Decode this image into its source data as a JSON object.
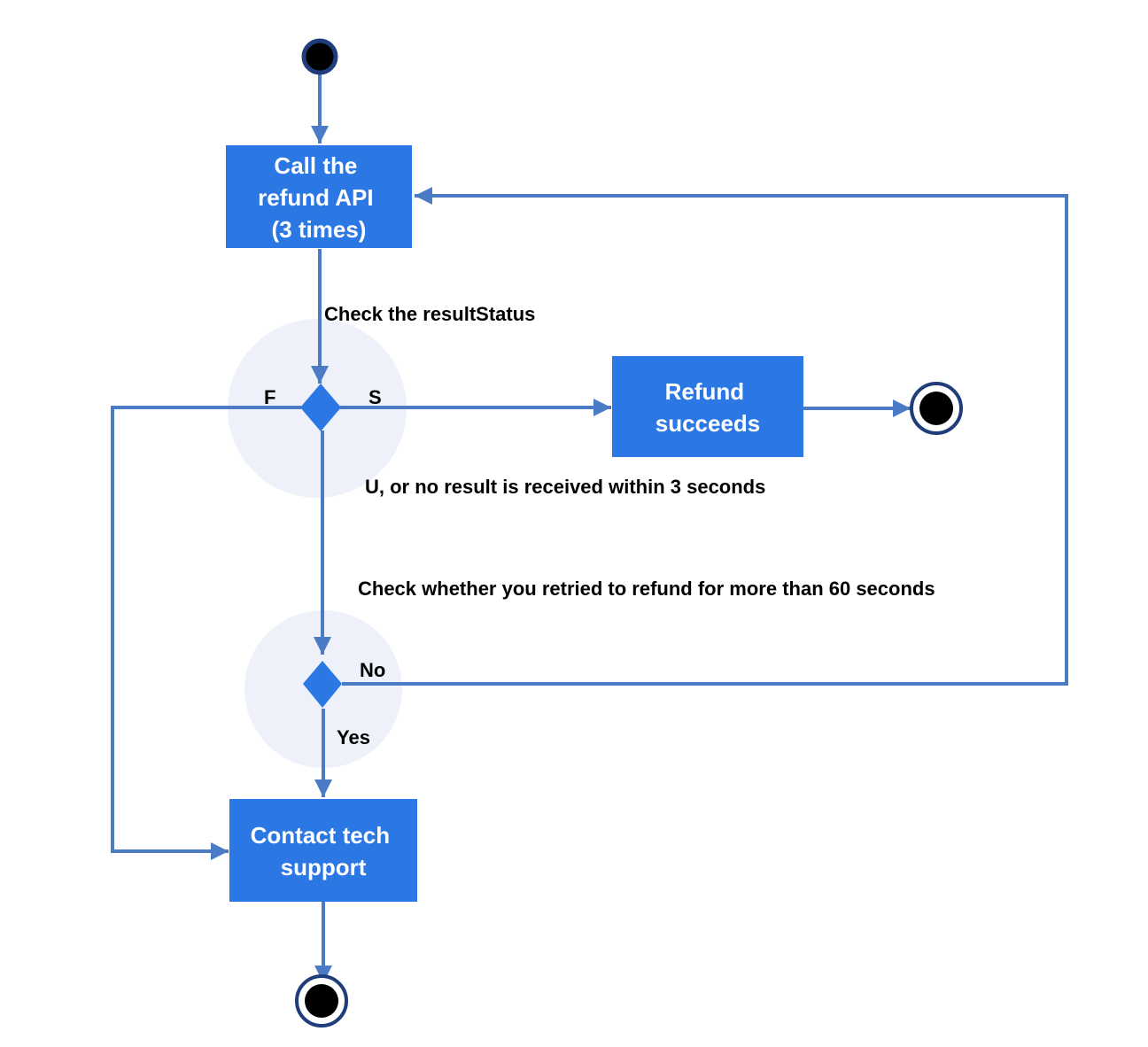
{
  "nodes": {
    "call_api": {
      "lines": [
        "Call the",
        "refund API",
        "(3 times)"
      ]
    },
    "refund_succeeds": {
      "lines": [
        "Refund",
        "succeeds"
      ]
    },
    "contact_support": {
      "lines": [
        "Contact tech",
        "support"
      ]
    }
  },
  "edges": {
    "check_result_status": "Check the resultStatus",
    "f_branch": "F",
    "s_branch": "S",
    "u_branch": "U, or no result is received within 3 seconds",
    "check_retry": "Check whether you retried to refund for more than 60 seconds",
    "no_branch": "No",
    "yes_branch": "Yes"
  },
  "colors": {
    "box_fill": "#2b78e4",
    "connector": "#4a7bc4",
    "decision_fill": "#2b78e4",
    "decision_halo": "#eef1fa",
    "terminal_fill": "#000000",
    "terminal_ring": "#1f3d7a"
  }
}
